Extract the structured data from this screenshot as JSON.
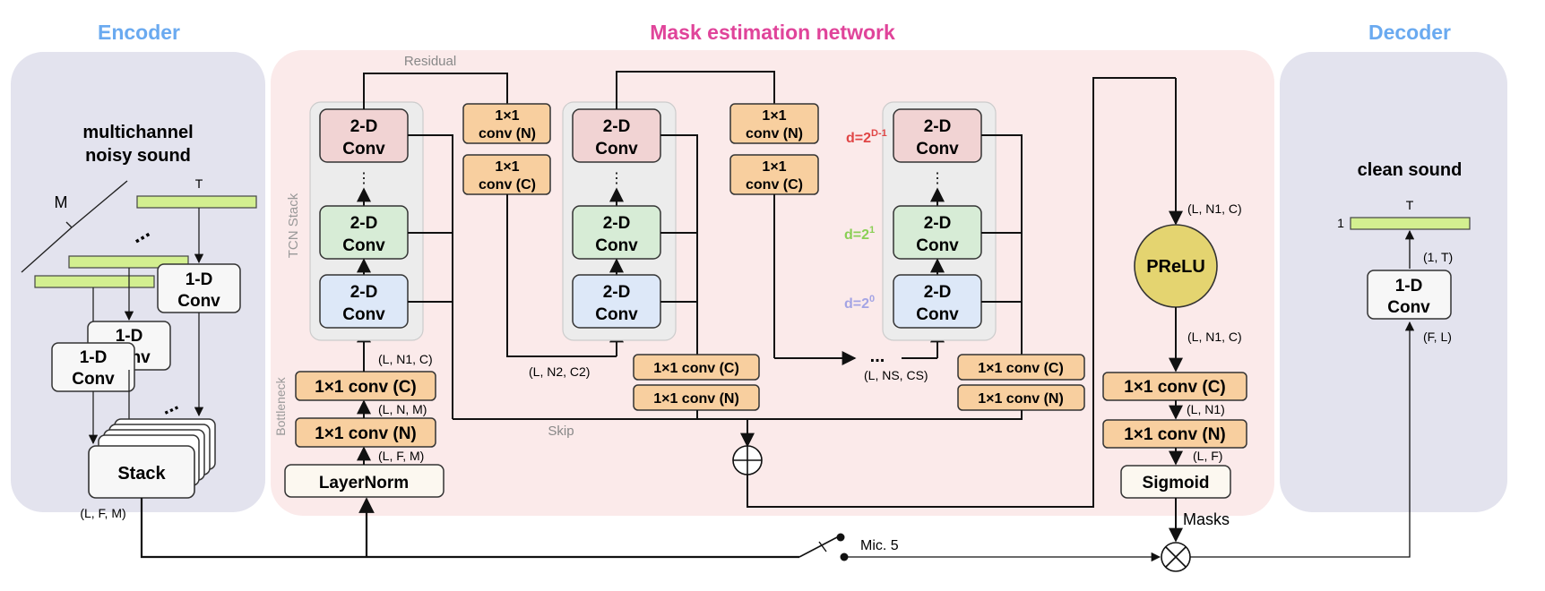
{
  "sections": {
    "encoder": "Encoder",
    "mask": "Mask estimation network",
    "decoder": "Decoder"
  },
  "colors": {
    "encoder_title": "#6aaaf0",
    "mask_title": "#e0449a",
    "side_panel": "#e3e3ee",
    "mask_panel": "#fbeaea",
    "conv_red": "#f1d3d3",
    "conv_green": "#d7ecd6",
    "conv_blue": "#dde8f8",
    "orange": "#f8cf9f",
    "signal_bar": "#d3ef90",
    "prelu": "#e4d470",
    "d_red": "#e04646",
    "d_green": "#8acf55",
    "d_purple": "#a4a4e4"
  },
  "encoder": {
    "input_title_line1": "multichannel",
    "input_title_line2": "noisy sound",
    "dim_m": "M",
    "dim_t": "T",
    "ellipsis": "...",
    "conv_line1": "1-D",
    "conv_line2": "Conv",
    "stack": "Stack",
    "stack_ellipsis": "...",
    "out_dim": "(L, F, M)"
  },
  "mask": {
    "residual": "Residual",
    "skip": "Skip",
    "tcn_stack": "TCN Stack",
    "bottleneck": "Bottleneck",
    "conv2d_line1": "2-D",
    "conv2d_line2": "Conv",
    "vdots": "⋮",
    "conv1x1_line1": "1×1",
    "conv_n_line2": "conv (N)",
    "conv_c_line2": "conv (C)",
    "conv_1x1_c": "1×1 conv (C)",
    "conv_1x1_n": "1×1 conv (N)",
    "layernorm": "LayerNorm",
    "dim_lfm": "(L, F, M)",
    "dim_lnm": "(L, N, M)",
    "dim_ln1c": "(L, N1, C)",
    "dim_ln2c2": "(L, N2, C2)",
    "dim_lnscs": "(L, NS, CS)",
    "dots": "...",
    "d_top": "d=2D-1",
    "d_mid": "d=21",
    "d_low": "d=20",
    "prelu": "PReLU",
    "prelu_in": "(L, N1, C)",
    "prelu_out": "(L, N1, C)",
    "dim_ln1": "(L, N1)",
    "dim_lf": "(L, F)",
    "sigmoid": "Sigmoid",
    "masks": "Masks",
    "mic": "Mic. 5"
  },
  "decoder": {
    "title": "clean sound",
    "one": "1",
    "t": "T",
    "dim_1t": "(1, T)",
    "conv_line1": "1-D",
    "conv_line2": "Conv",
    "dim_fl": "(F, L)"
  }
}
